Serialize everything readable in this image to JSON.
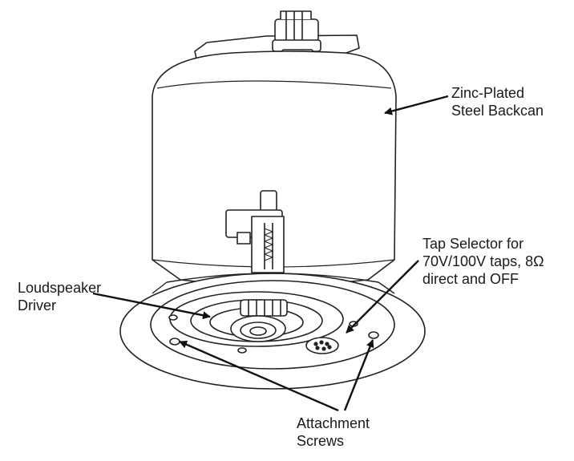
{
  "diagram": {
    "labels": {
      "backcan": [
        "Zinc-Plated",
        "Steel Backcan"
      ],
      "tap_selector": [
        "Tap Selector for",
        "70V/100V taps, 8Ω",
        "direct and OFF"
      ],
      "driver": [
        "Loudspeaker",
        "Driver"
      ],
      "screws": [
        "Attachment",
        "Screws"
      ]
    }
  }
}
